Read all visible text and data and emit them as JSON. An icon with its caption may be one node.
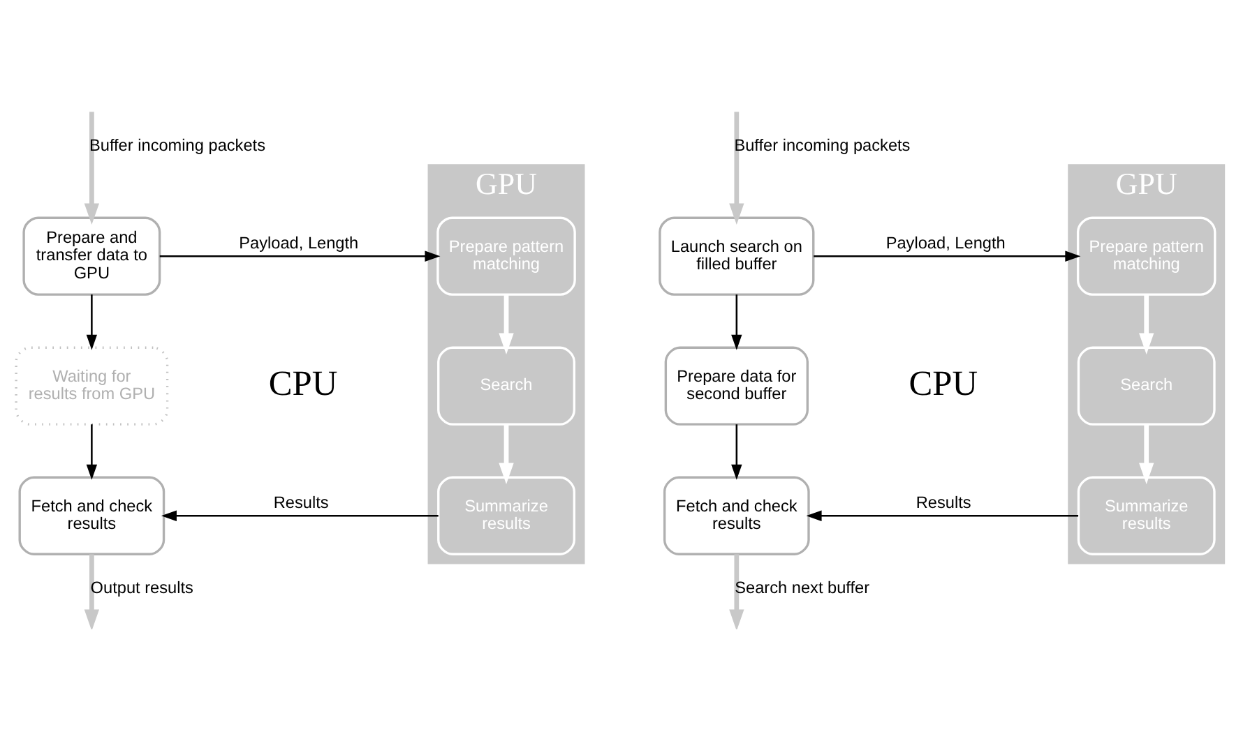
{
  "diagram": {
    "nodes": [
      {
        "text": [
          "Prepare and transfer data to GPU"
        ]
      },
      {
        "text": [
          "GPU"
        ]
      },
      {
        "text": [
          "Prepare pattern matching"
        ],
        "in": 1
      },
      {
        "text": [
          "Waiting for results from GPU"
        ]
      },
      {
        "text": [
          "Search"
        ],
        "in": 1
      },
      {
        "text": [
          "Fetch and check results"
        ]
      },
      {
        "text": [
          "Summarize results"
        ],
        "in": 1
      },
      {
        "text": [
          "Launch search on filled buffer"
        ]
      },
      {
        "text": [
          "GPU"
        ]
      },
      {
        "text": [
          "Prepare pattern matching"
        ],
        "in": 8
      },
      {
        "text": [
          "Prepare data for second buffer"
        ]
      },
      {
        "text": [
          "Search"
        ],
        "in": 8
      },
      {
        "text": [
          "Fetch and check results"
        ]
      },
      {
        "text": [
          "Summarize results"
        ],
        "in": 8
      }
    ],
    "edges": [
      {
        "from": null,
        "to": 0,
        "arrow": "to",
        "label": "Buffer incoming packets",
        "style": "thick",
        "color": "#c8c8c8"
      },
      {
        "from": 0,
        "to": 2,
        "arrow": "to",
        "label": "Payload, Length"
      },
      {
        "from": 0,
        "to": 3,
        "arrow": "to"
      },
      {
        "from": 2,
        "to": 4,
        "arrow": "to",
        "style": "thick",
        "color": "#ffffff"
      },
      {
        "from": 3,
        "to": 5,
        "arrow": "to"
      },
      {
        "from": 4,
        "to": 6,
        "arrow": "to",
        "style": "thick",
        "color": "#ffffff"
      },
      {
        "from": 6,
        "to": 5,
        "arrow": "to",
        "label": "Results"
      },
      {
        "from": 5,
        "to": null,
        "arrow": "to",
        "label": "Output results",
        "style": "thick",
        "color": "#c8c8c8"
      },
      {
        "from": null,
        "to": 7,
        "arrow": "to",
        "label": "Buffer incoming packets",
        "style": "thick",
        "color": "#c8c8c8"
      },
      {
        "from": 7,
        "to": 9,
        "arrow": "to",
        "label": "Payload, Length"
      },
      {
        "from": 7,
        "to": 10,
        "arrow": "to"
      },
      {
        "from": 9,
        "to": 11,
        "arrow": "to",
        "style": "thick",
        "color": "#ffffff"
      },
      {
        "from": 10,
        "to": 12,
        "arrow": "to"
      },
      {
        "from": 11,
        "to": 13,
        "arrow": "to",
        "style": "thick",
        "color": "#ffffff"
      },
      {
        "from": 13,
        "to": 12,
        "arrow": "to",
        "label": "Results"
      },
      {
        "from": 12,
        "to": null,
        "arrow": "to",
        "label": "Search next buffer",
        "style": "thick",
        "color": "#c8c8c8"
      }
    ],
    "labels": [
      "CPU",
      "CPU"
    ]
  }
}
